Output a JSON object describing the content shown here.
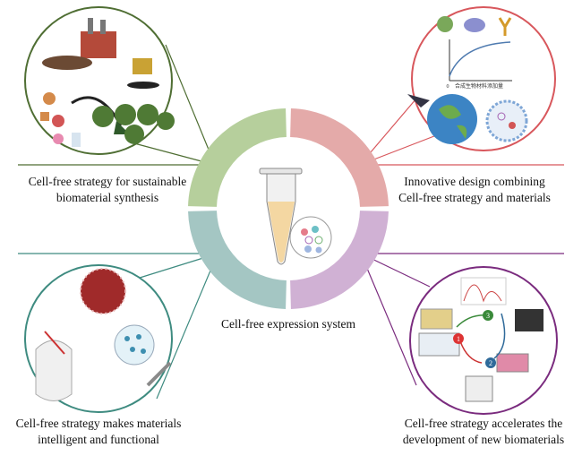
{
  "center": {
    "label": "Cell-free expression system"
  },
  "panels": [
    {
      "id": "top-left",
      "line1": "Cell-free strategy for sustainable",
      "line2": "biomaterial synthesis",
      "color": "#4f6e33",
      "ring_color": "#b6cf9c"
    },
    {
      "id": "top-right",
      "line1": "Innovative design combining",
      "line2": "Cell-free strategy and materials",
      "color": "#d8575c",
      "ring_color": "#e4aaa9"
    },
    {
      "id": "bottom-left",
      "line1": "Cell-free strategy makes materials",
      "line2": "intelligent and functional",
      "color": "#3e8b80",
      "ring_color": "#a4c6c3"
    },
    {
      "id": "bottom-right",
      "line1": "Cell-free strategy accelerates the",
      "line2": "development of new biomaterials",
      "color": "#7a2b7e",
      "ring_color": "#d0b1d4"
    }
  ],
  "mini_chart": {
    "origin": "0",
    "xlabel": "合成生物材料添加量"
  },
  "workflow_steps": [
    "1",
    "2",
    "3"
  ]
}
